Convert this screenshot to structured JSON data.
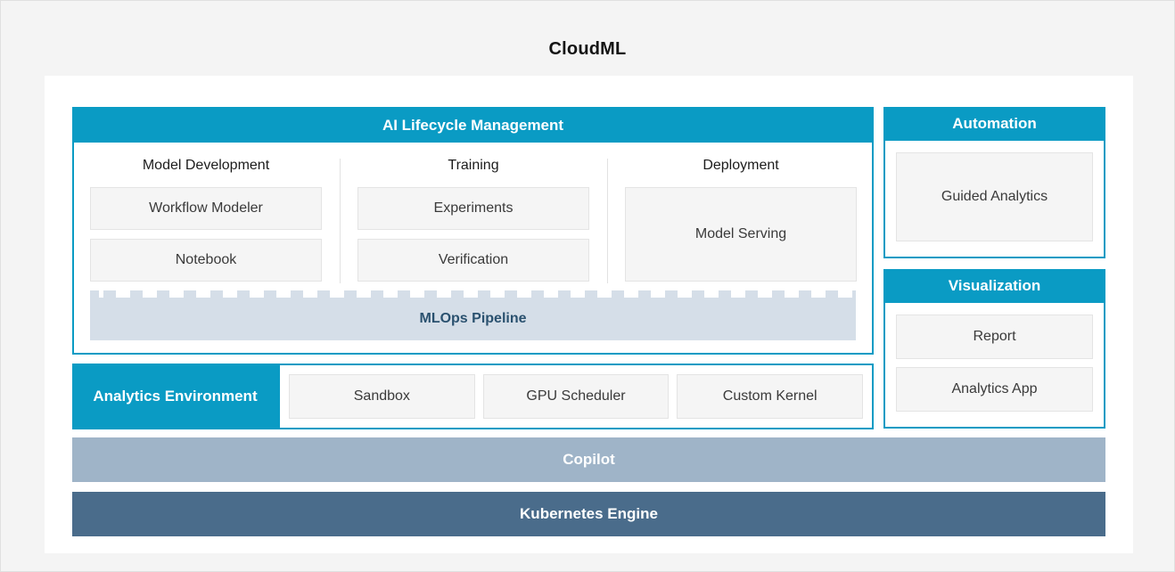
{
  "page": {
    "title": "CloudML"
  },
  "lifecycle": {
    "title": "AI Lifecycle Management",
    "columns": [
      {
        "label": "Model Development",
        "items": [
          "Workflow Modeler",
          "Notebook"
        ]
      },
      {
        "label": "Training",
        "items": [
          "Experiments",
          "Verification"
        ]
      },
      {
        "label": "Deployment",
        "items": [
          "Model Serving"
        ]
      }
    ],
    "pipeline_label": "MLOps Pipeline"
  },
  "analytics_environment": {
    "title": "Analytics Environment",
    "items": [
      "Sandbox",
      "GPU Scheduler",
      "Custom Kernel"
    ]
  },
  "automation": {
    "title": "Automation",
    "items": [
      "Guided Analytics"
    ]
  },
  "visualization": {
    "title": "Visualization",
    "items": [
      "Report",
      "Analytics App"
    ]
  },
  "platform_bars": [
    {
      "label": "Copilot",
      "color": "#9fb4c8"
    },
    {
      "label": "Kubernetes Engine",
      "color": "#4a6c8b"
    }
  ],
  "colors": {
    "accent_teal": "#0a9bc4",
    "pipeline_bg": "#d5dee8",
    "pipeline_text": "#2a516f",
    "copilot_bar": "#9fb4c8",
    "kubernetes_bar": "#4a6c8b",
    "box_bg": "#f5f5f5",
    "box_border": "#e4e4e4",
    "page_bg": "#f4f4f4"
  }
}
